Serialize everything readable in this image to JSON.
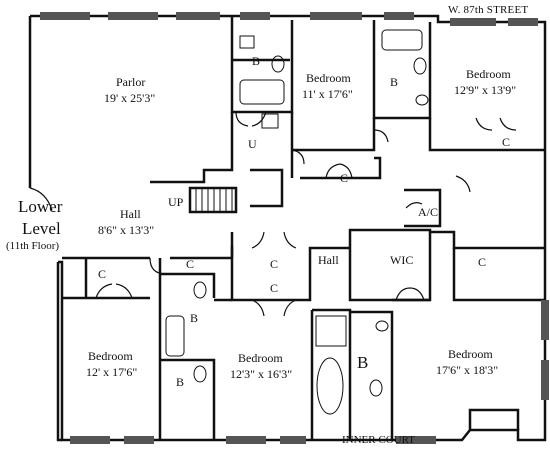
{
  "street": "W. 87th STREET",
  "court": "INNER COURT",
  "level": {
    "line1": "Lower",
    "line2": "Level",
    "floor": "(11th Floor)"
  },
  "rooms": {
    "parlor": {
      "name": "Parlor",
      "dim": "19' x 25'3\""
    },
    "bedroom1": {
      "name": "Bedroom",
      "dim": "11' x 17'6\""
    },
    "bedroom2": {
      "name": "Bedroom",
      "dim": "12'9\" x 13'9\""
    },
    "hall_main": {
      "name": "Hall",
      "dim": "8'6\" x 13'3\""
    },
    "bedroom3": {
      "name": "Bedroom",
      "dim": "12' x 17'6\""
    },
    "bedroom4": {
      "name": "Bedroom",
      "dim": "12'3\" x 16'3\""
    },
    "bedroom5": {
      "name": "Bedroom",
      "dim": "17'6\" x 18'3\""
    },
    "hall_lower": {
      "name": "Hall"
    },
    "wic": {
      "name": "WIC"
    }
  },
  "codes": {
    "closet": "C",
    "bath": "B",
    "utility": "U",
    "up": "UP",
    "ac": "A/C"
  },
  "colors": {
    "wall": "#111111",
    "window": "#555555",
    "background": "#ffffff"
  }
}
